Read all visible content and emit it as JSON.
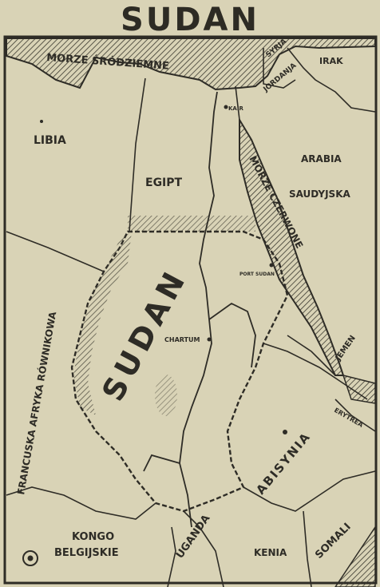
{
  "title": "SUDAN",
  "labels": {
    "morze_srodziemne": "MORZE ŚRÓDZIEMNE",
    "syria": "SYRJA",
    "irak": "IRAK",
    "jordania": "JORDANJA",
    "kair": "KAIR",
    "libia": "LIBIA",
    "egipt": "EGIPT",
    "arabia": "ARABIA",
    "saudyjska": "SAUDYJSKA",
    "morze_czerwone": "MORZE CZERWONE",
    "port_sudan": "PORT SUDAN",
    "sudan": "SUDAN",
    "chartum": "CHARTUM",
    "francuska_afryka": "FRANCUSKA AFRYKA RÓWNIKOWA",
    "jemen": "JEMEN",
    "erytrea": "ERYTREA",
    "abisynia": "ABISYNIA",
    "kongo": "KONGO",
    "belgijskie": "BELGIJSKIE",
    "uganda": "UGANDA",
    "kenia": "KENIA",
    "somali": "SOMALI"
  },
  "colors": {
    "paper": "#d9d3b6",
    "ink": "#2e2c26",
    "sea_hatch": "#3a382f"
  }
}
